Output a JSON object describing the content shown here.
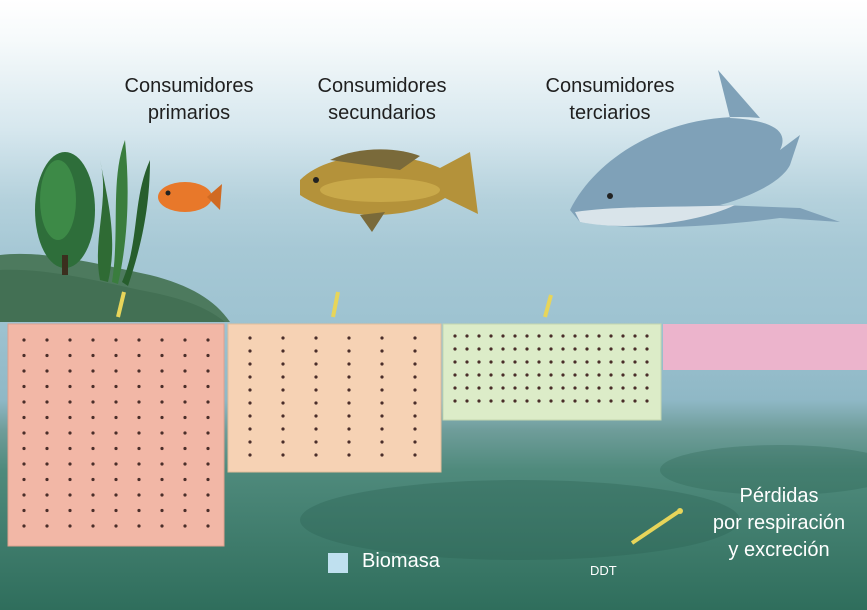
{
  "labels": {
    "primary": "Consumidores\nprimarios",
    "secondary": "Consumidores\nsecundarios",
    "tertiary": "Consumidores\nterciarios",
    "losses": "Pérdidas\npor respiración\ny excreción",
    "legend": "Biomasa",
    "ddt": "DDT"
  },
  "colors": {
    "primary_block": "#f2b7a6",
    "secondary_block": "#f6d2b4",
    "tertiary_block": "#dcecc8",
    "loss_bar": "#ecb4cc",
    "legend": "#bfe0ef",
    "dot": "#4a2e2a"
  },
  "icons": [
    "plant-icon",
    "kelp-icon",
    "small-fish-icon",
    "grouper-fish-icon",
    "shark-icon",
    "ddt-arrow-icon"
  ]
}
